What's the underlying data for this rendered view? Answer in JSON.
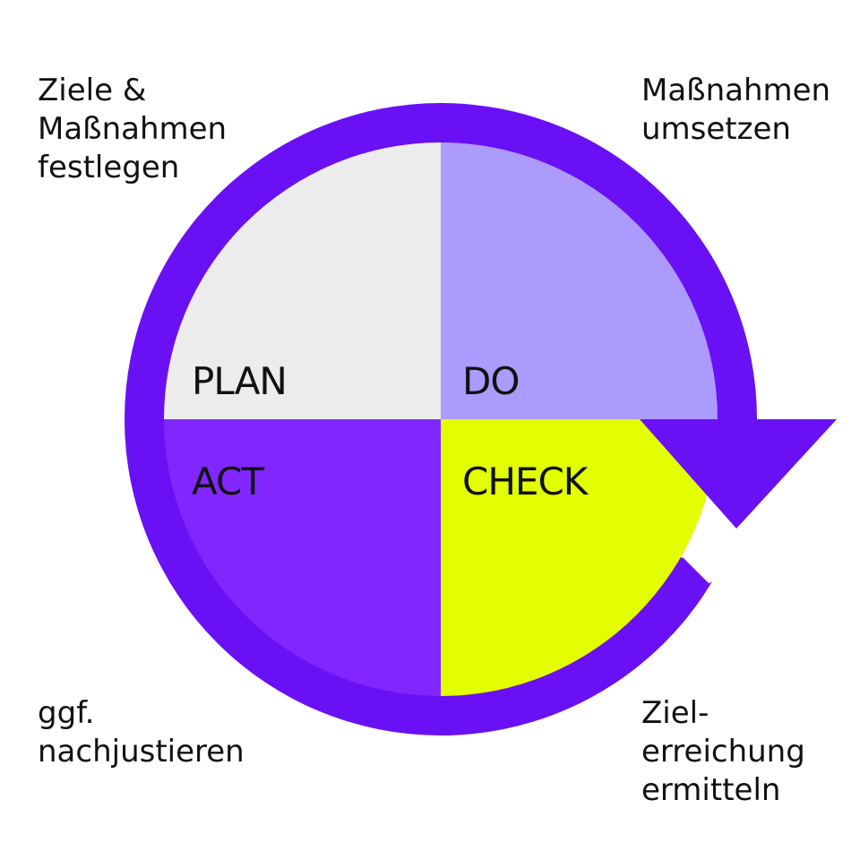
{
  "colors": {
    "ring": "#6a10f5",
    "plan": "#ececec",
    "do": "#ac9afc",
    "act": "#8126ff",
    "check": "#e3fe00",
    "text": "#111111",
    "background": "#ffffff"
  },
  "quadrants": {
    "plan": {
      "label": "PLAN"
    },
    "do": {
      "label": "DO"
    },
    "check": {
      "label": "CHECK"
    },
    "act": {
      "label": "ACT"
    }
  },
  "notes": {
    "plan": {
      "lines": [
        "Ziele &",
        "Maßnahmen",
        "festlegen"
      ]
    },
    "do": {
      "lines": [
        "Maßnahmen",
        "umsetzen"
      ]
    },
    "check": {
      "lines": [
        "Ziel-",
        "erreichung",
        "ermitteln"
      ]
    },
    "act": {
      "lines": [
        "ggf.",
        "nachjustieren"
      ]
    }
  }
}
